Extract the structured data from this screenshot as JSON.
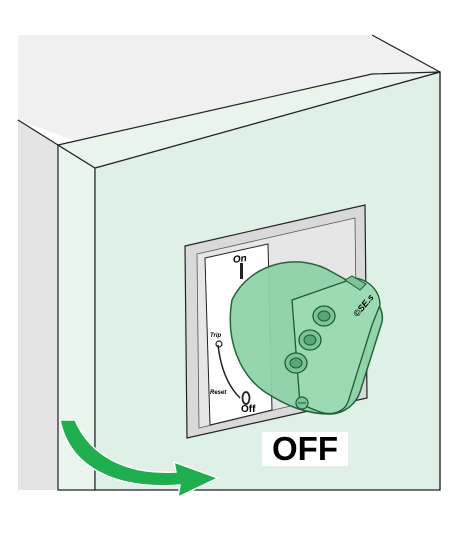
{
  "labels": {
    "off_caption": "OFF",
    "position_on": "On",
    "position_off": "Off",
    "position_trip": "Trip",
    "position_reset": "Reset",
    "brand_mark": "©SE.s"
  },
  "colors": {
    "enclosure_side": "#e6e6e6",
    "enclosure_top": "#f0f0f0",
    "door_face": "#dff0e6",
    "door_edge": "#e8f4ec",
    "handle_green": "#8fd3a8",
    "handle_green_dark": "#6fbf8c",
    "arrow_green": "#1fae4e",
    "bezel_grey": "#d9d9d9",
    "dial_white": "#ffffff"
  },
  "rotation_arrow": {
    "direction": "clockwise",
    "icon": "rotate-arrow-icon"
  }
}
